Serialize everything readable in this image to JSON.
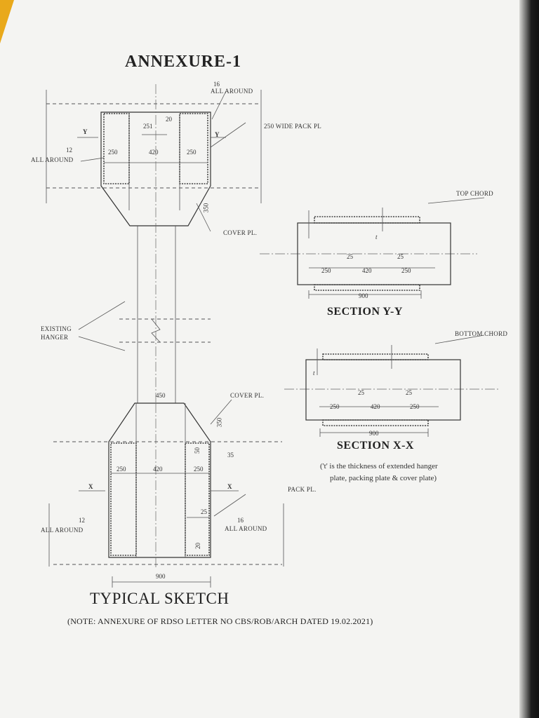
{
  "title": "ANNEXURE-1",
  "subtitle": "TYPICAL SKETCH",
  "note": "(NOTE: ANNEXURE OF RDSO LETTER NO CBS/ROB/ARCH DATED 19.02.2021)",
  "labels": {
    "weld_16_top": "16",
    "all_around_top": "ALL AROUND",
    "pack_plate_top": "250 WIDE PACK PL",
    "weld_12_top": "12",
    "all_around_left_top": "ALL AROUND",
    "cover_plate_top": "COVER PL.",
    "existing_hanger": "EXISTING",
    "existing_hanger_2": "HANGER",
    "cover_plate_bottom": "COVER PL.",
    "pack_plate_bottom": "PACK PL.",
    "weld_12_bottom": "12",
    "all_around_left_bottom": "ALL AROUND",
    "weld_16_bottom": "16",
    "all_around_bottom": "ALL AROUND",
    "section_mark_y": "Y",
    "section_mark_x": "X",
    "top_chord": "TOP CHORD",
    "bottom_chord": "BOTTOM CHORD",
    "t": "t"
  },
  "dimensions": {
    "top_251": "251",
    "top_20": "20",
    "top_250_left": "250",
    "top_420": "420",
    "top_250_right": "250",
    "top_350": "350",
    "bot_450": "450",
    "bot_350": "350",
    "bot_50": "50",
    "bot_35": "35",
    "bot_250_left": "250",
    "bot_420": "420",
    "bot_250_right": "250",
    "bot_25": "25",
    "bot_20": "20",
    "bot_900": "900",
    "sy_25_left": "25",
    "sy_25_right": "25",
    "sy_250_left": "250",
    "sy_420": "420",
    "sy_250_right": "250",
    "sy_900": "900",
    "sx_25_left": "25",
    "sx_25_right": "25",
    "sx_250_left": "250",
    "sx_420": "420",
    "sx_250_right": "250",
    "sx_900": "900"
  },
  "section_y": "SECTION Y-Y",
  "section_x": "SECTION X-X",
  "thickness_note_1": "('t' is the thickness of extended hanger",
  "thickness_note_2": "plate, packing plate & cover plate)"
}
